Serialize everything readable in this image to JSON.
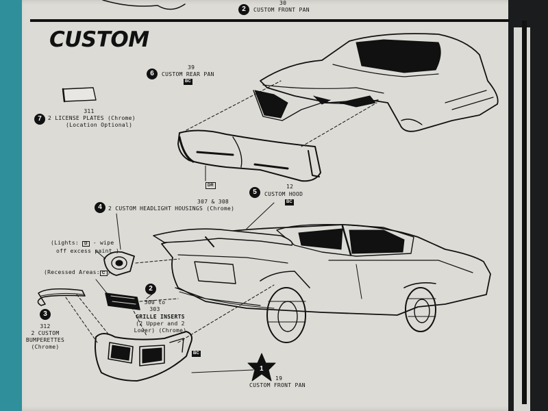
{
  "header": {
    "prev_number": "30",
    "prev_step": "2",
    "prev_label": "CUSTOM FRONT PAN"
  },
  "section_title": "CUSTOM",
  "parts": {
    "rear_pan": {
      "step": "6",
      "number": "39",
      "label": "CUSTOM REAR PAN",
      "badge": "BC",
      "callout": "DR"
    },
    "license_plates": {
      "step": "7",
      "number": "311",
      "label": "2 LICENSE PLATES (Chrome)",
      "note": "(Location Optional)"
    },
    "headlight_housings": {
      "step": "4",
      "number": "307 & 308",
      "label": "2 CUSTOM HEADLIGHT HOUSINGS (Chrome)"
    },
    "hood": {
      "step": "5",
      "number": "12",
      "label": "CUSTOM HOOD",
      "badge": "BC"
    },
    "lights_note": {
      "prefix": "(Lights:",
      "badge": "D",
      "suffix": "- wipe",
      "line2": "off excess paint.)"
    },
    "recessed_note": {
      "prefix": "(Recessed Areas:",
      "badge": "C",
      "suffix": ")"
    },
    "grille_inserts": {
      "step": "2",
      "number_a": "300 to",
      "number_b": "303",
      "label": "GRILLE INSERTS",
      "note_a": "(2 Upper and 2",
      "note_b": "Lower) (Chrome)"
    },
    "bumperettes": {
      "step": "3",
      "number": "312",
      "label_a": "2 CUSTOM",
      "label_b": "BUMPERETTES",
      "note": "(Chrome)"
    },
    "front_pan": {
      "step": "1",
      "number": "19",
      "label": "CUSTOM FRONT PAN",
      "badge": "BC"
    }
  },
  "colors": {
    "background": "#2f8f9b",
    "paper": "#dcdbd6",
    "ink": "#111111"
  }
}
